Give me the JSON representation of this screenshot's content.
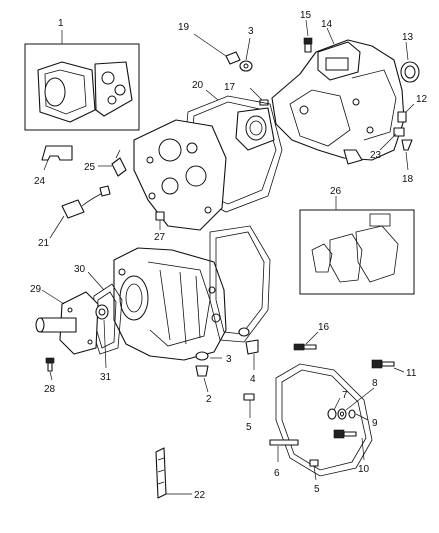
{
  "callouts": {
    "c1": "1",
    "c2": "2",
    "c3a": "3",
    "c3b": "3",
    "c4": "4",
    "c5a": "5",
    "c5b": "5",
    "c6": "6",
    "c7": "7",
    "c8": "8",
    "c9": "9",
    "c10": "10",
    "c11": "11",
    "c12": "12",
    "c13": "13",
    "c14": "14",
    "c15": "15",
    "c16": "16",
    "c17": "17",
    "c18": "18",
    "c19": "19",
    "c20": "20",
    "c21": "21",
    "c22": "22",
    "c23": "23",
    "c24": "24",
    "c25": "25",
    "c26": "26",
    "c27": "27",
    "c28": "28",
    "c29": "29",
    "c30": "30",
    "c31": "31"
  },
  "colors": {
    "line": "#111111",
    "background": "#ffffff"
  }
}
